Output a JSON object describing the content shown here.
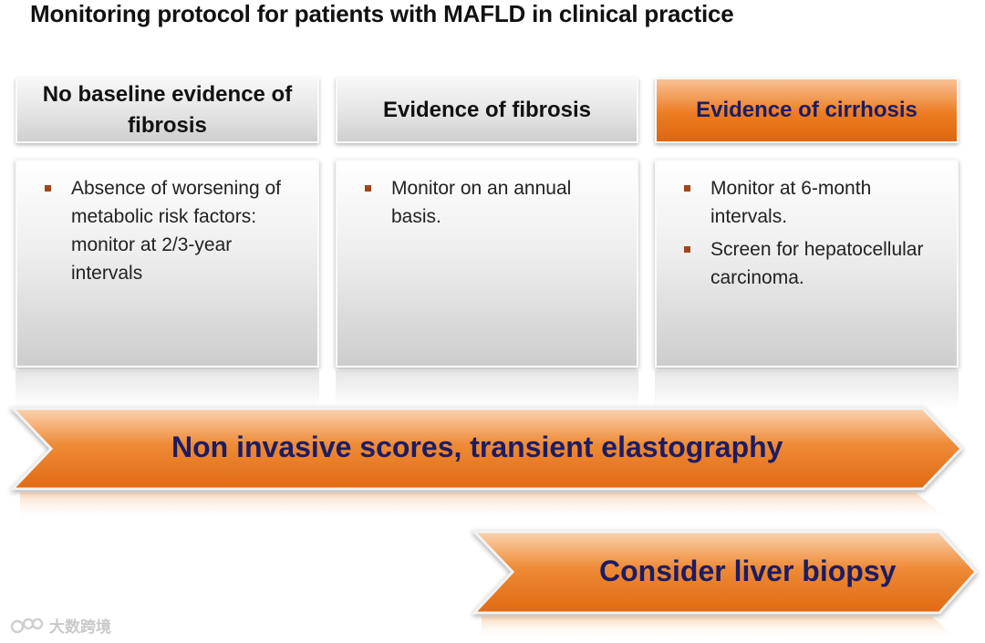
{
  "title": "Monitoring protocol for patients with MAFLD in clinical practice",
  "columns": [
    {
      "header": "No baseline evidence of fibrosis",
      "items": [
        "Absence of worsening of metabolic risk factors: monitor at 2/3-year intervals"
      ]
    },
    {
      "header": "Evidence of fibrosis",
      "items": [
        "Monitor on an annual basis."
      ]
    },
    {
      "header": "Evidence of cirrhosis",
      "items": [
        "Monitor at 6-month intervals.",
        "Screen for hepatocellular carcinoma."
      ]
    }
  ],
  "arrows": {
    "scores": "Non invasive scores, transient elastography",
    "biopsy": "Consider liver biopsy"
  },
  "watermark": "大数跨境",
  "colors": {
    "accent": "#ec7c22",
    "text_dark_blue": "#1c1d63",
    "bullet": "#a0461a"
  }
}
